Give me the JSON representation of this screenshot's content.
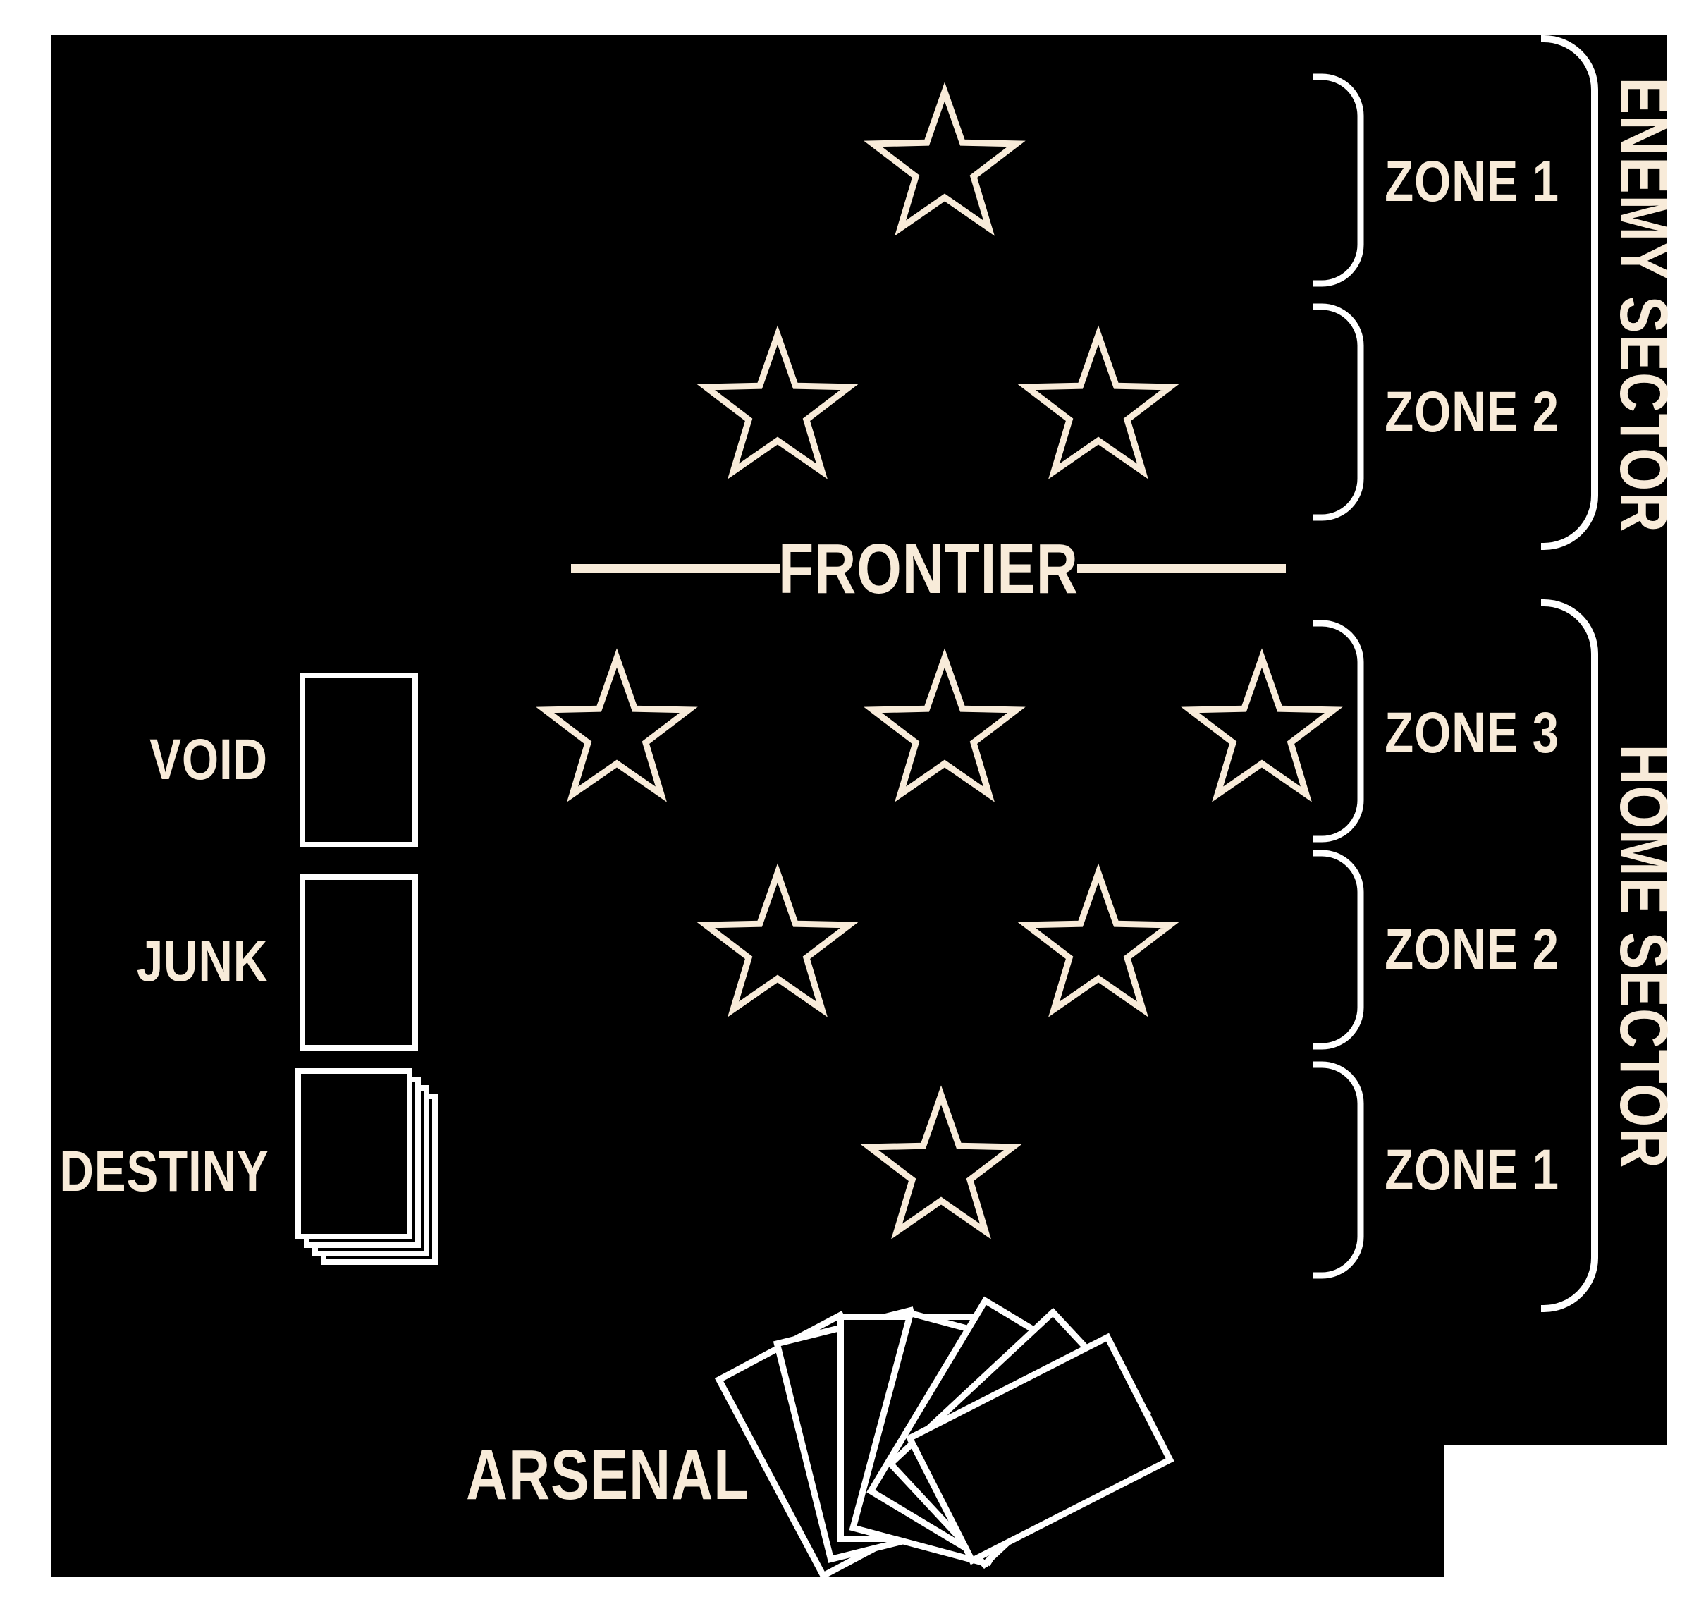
{
  "colors": {
    "mat_background": "#000000",
    "page_background": "#ffffff",
    "text_cream": "#F8EBD9",
    "outline_white": "#ffffff"
  },
  "frontier": {
    "label": "FRONTIER"
  },
  "sectors": {
    "enemy": {
      "label": "ENEMY SECTOR",
      "zones": [
        {
          "label": "ZONE 1",
          "star_slots": 1
        },
        {
          "label": "ZONE 2",
          "star_slots": 2
        }
      ]
    },
    "home": {
      "label": "HOME SECTOR",
      "zones": [
        {
          "label": "ZONE 3",
          "star_slots": 3
        },
        {
          "label": "ZONE 2",
          "star_slots": 2
        },
        {
          "label": "ZONE 1",
          "star_slots": 1
        }
      ]
    }
  },
  "piles": {
    "void": {
      "label": "VOID",
      "card_slots": 1
    },
    "junk": {
      "label": "JUNK",
      "card_slots": 1
    },
    "destiny": {
      "label": "DESTINY",
      "stacked_cards": 4
    },
    "arsenal": {
      "label": "ARSENAL",
      "fanned_cards": 7
    }
  }
}
